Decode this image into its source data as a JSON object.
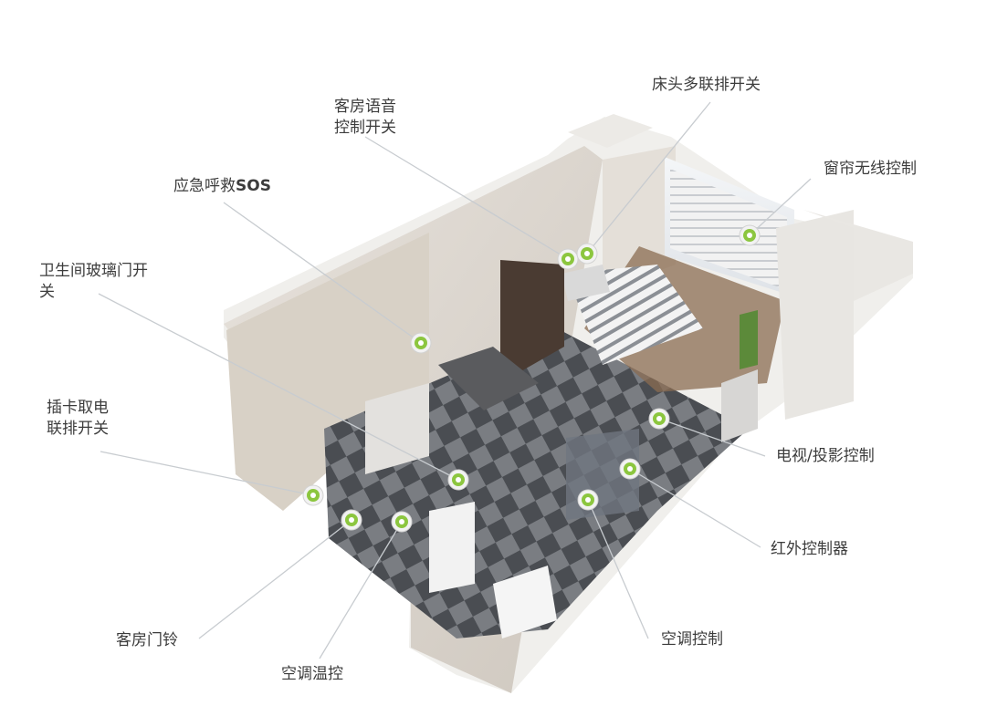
{
  "hotspot_color": "#8cc63f",
  "labels": {
    "voice_switch_line1": "客房语音",
    "voice_switch_line2": "控制开关",
    "bedside_switch": "床头多联排开关",
    "curtain_control": "窗帘无线控制",
    "sos_prefix": "应急呼救",
    "sos_suffix": "SOS",
    "bath_door_line1": "卫生间玻璃门开",
    "bath_door_line2": "关",
    "card_power_line1": "插卡取电",
    "card_power_line2": "联排开关",
    "tv_control": "电视/投影控制",
    "ir_controller": "红外控制器",
    "doorbell": "客房门铃",
    "ac_thermostat": "空调温控",
    "ac_control": "空调控制"
  }
}
